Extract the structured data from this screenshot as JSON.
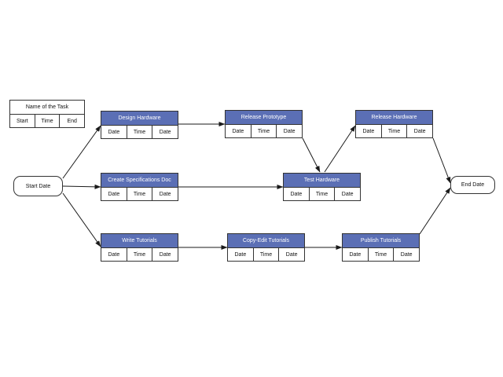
{
  "diagram": {
    "type": "pert-chart",
    "legend": {
      "title": "Name of the Task",
      "cells": [
        "Start",
        "Time",
        "End"
      ]
    },
    "start_node": {
      "label": "Start Date"
    },
    "end_node": {
      "label": "End Date"
    },
    "cell_labels": [
      "Date",
      "Time",
      "Date"
    ],
    "tasks": [
      {
        "id": "design-hardware",
        "name": "Design Hardware"
      },
      {
        "id": "release-prototype",
        "name": "Release Prototype"
      },
      {
        "id": "release-hardware",
        "name": "Release Hardware"
      },
      {
        "id": "create-specifications-doc",
        "name": "Create Specifications Doc"
      },
      {
        "id": "test-hardware",
        "name": "Test Hardware"
      },
      {
        "id": "write-tutorials",
        "name": "Write Tutorials"
      },
      {
        "id": "copy-edit-tutorials",
        "name": "Copy-Edit Tutorials"
      },
      {
        "id": "publish-tutorials",
        "name": "Publish Tutorials"
      }
    ],
    "edges": [
      {
        "from": "start-date",
        "to": "design-hardware"
      },
      {
        "from": "start-date",
        "to": "create-specifications-doc"
      },
      {
        "from": "start-date",
        "to": "write-tutorials"
      },
      {
        "from": "design-hardware",
        "to": "release-prototype"
      },
      {
        "from": "release-prototype",
        "to": "test-hardware"
      },
      {
        "from": "create-specifications-doc",
        "to": "test-hardware"
      },
      {
        "from": "test-hardware",
        "to": "release-hardware"
      },
      {
        "from": "release-hardware",
        "to": "end-date"
      },
      {
        "from": "write-tutorials",
        "to": "copy-edit-tutorials"
      },
      {
        "from": "copy-edit-tutorials",
        "to": "publish-tutorials"
      },
      {
        "from": "publish-tutorials",
        "to": "end-date"
      }
    ],
    "colors": {
      "task_header_fill": "#5B6FB5",
      "task_header_text": "#FFFFFF",
      "border": "#333333",
      "connector": "#1a1a1a",
      "background": "#FFFFFF"
    }
  }
}
